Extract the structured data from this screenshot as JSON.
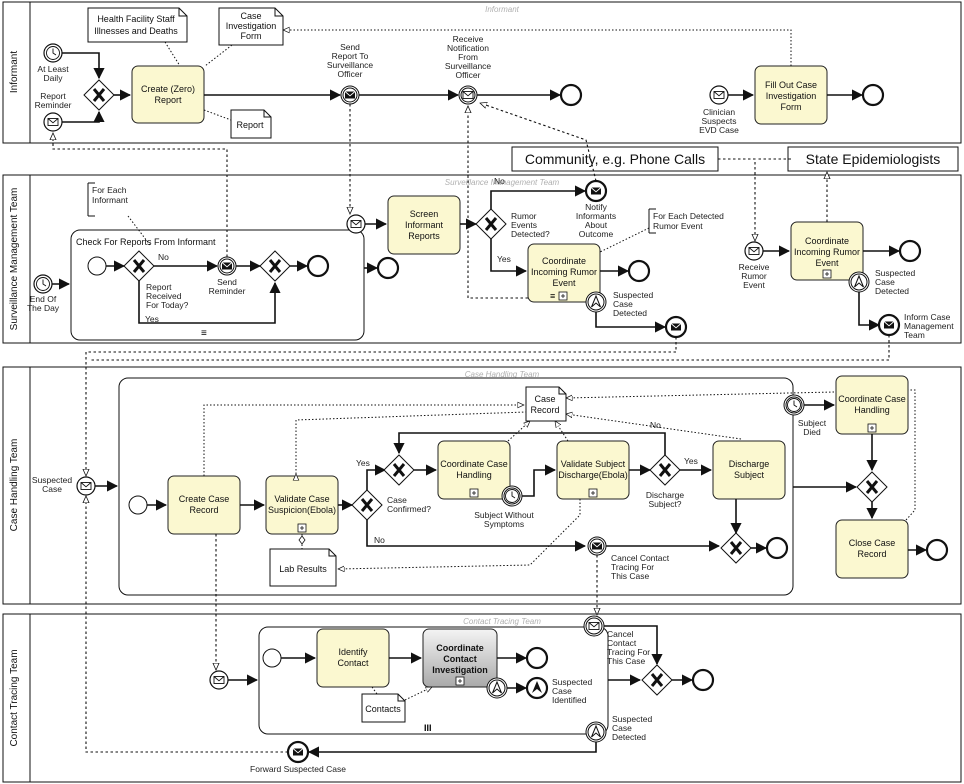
{
  "lanes": {
    "informant": "Informant",
    "surveillance": "Surveillance Management Team",
    "case_handling": "Case Handling Team",
    "contact_tracing": "Contact Tracing Team"
  },
  "lane_watermarks": {
    "informant": "Informant",
    "surveillance": "Surveillance Management Team",
    "case_handling": "Case Handling Team",
    "contact_tracing": "Contact Tracing Team"
  },
  "external_participants": {
    "community": "Community, e.g. Phone Calls",
    "state": "State Epidemiologists"
  },
  "informant": {
    "data_staff_illness": [
      "Health Facility Staff",
      "Illnesses and Deaths"
    ],
    "data_case_form": [
      "Case",
      "Investigation",
      "Form"
    ],
    "timer_daily": [
      "At Least",
      "Daily"
    ],
    "msg_report_reminder": [
      "Report",
      "Reminder"
    ],
    "task_create_report": [
      "Create (Zero)",
      "Report"
    ],
    "data_report": "Report",
    "event_send_report": [
      "Send",
      "Report To",
      "Surveillance",
      "Officer"
    ],
    "event_receive_notification": [
      "Receive",
      "Notification",
      "From",
      "Surveillance",
      "Officer"
    ],
    "event_clinician": [
      "Clinician",
      "Suspects",
      "EVD Case"
    ],
    "task_fill_form": [
      "Fill Out Case",
      "Investigation",
      "Form"
    ]
  },
  "surveillance": {
    "annotation_each_informant": [
      "For Each",
      "Informant"
    ],
    "subprocess_check": "Check For Reports From Informant",
    "gw_no": "No",
    "gw_yes": "Yes",
    "gw_report_received": [
      "Report",
      "Received",
      "For Today?"
    ],
    "event_send_reminder": [
      "Send",
      "Reminder"
    ],
    "timer_end_of_day": [
      "End Of",
      "The Day"
    ],
    "task_screen": [
      "Screen",
      "Informant",
      "Reports"
    ],
    "gw_rumor": [
      "Rumor",
      "Events",
      "Detected?"
    ],
    "rumor_no": "No",
    "rumor_yes": "Yes",
    "event_notify": [
      "Notify",
      "Informants",
      "About",
      "Outcome"
    ],
    "annotation_each_rumor": [
      "For Each Detected",
      "Rumor Event"
    ],
    "task_coordinate_rumor": [
      "Coordinate",
      "Incoming Rumor",
      "Event"
    ],
    "event_suspected_detected": [
      "Suspected",
      "Case",
      "Detected"
    ],
    "event_receive_rumor": [
      "Receive",
      "Rumor",
      "Event"
    ],
    "task_coordinate_rumor_2": [
      "Coordinate",
      "Incoming Rumor",
      "Event"
    ],
    "event_suspected_detected_2": [
      "Suspected",
      "Case",
      "Detected"
    ],
    "event_inform_case_mgmt": [
      "Inform Case",
      "Management",
      "Team"
    ]
  },
  "case_handling": {
    "event_suspected_case": [
      "Suspected",
      "Case"
    ],
    "data_case_record": [
      "Case",
      "Record"
    ],
    "task_create_case_record": [
      "Create Case",
      "Record"
    ],
    "task_validate_suspicion": [
      "Validate Case",
      "Suspicion(Ebola)"
    ],
    "gw_case_confirmed": [
      "Case",
      "Confirmed?"
    ],
    "case_yes": "Yes",
    "case_no": "No",
    "task_coordinate_handling": [
      "Coordinate Case",
      "Handling"
    ],
    "event_no_symptoms": [
      "Subject Without",
      "Symptoms"
    ],
    "task_validate_discharge": [
      "Validate Subject",
      "Discharge(Ebola)"
    ],
    "gw_discharge": [
      "Discharge",
      "Subject?"
    ],
    "discharge_yes": "Yes",
    "discharge_no": "No",
    "task_discharge_subject": [
      "Discharge",
      "Subject"
    ],
    "event_subject_died": [
      "Subject",
      "Died"
    ],
    "task_coordinate_handling_2": [
      "Coordinate Case",
      "Handling"
    ],
    "task_close_record": [
      "Close Case",
      "Record"
    ],
    "data_lab_results": "Lab Results",
    "event_cancel_tracing": [
      "Cancel Contact",
      "Tracing For",
      "This Case"
    ]
  },
  "contact_tracing": {
    "task_identify_contact": [
      "Identify",
      "Contact"
    ],
    "task_coordinate_investigation": [
      "Coordinate",
      "Contact",
      "Investigation"
    ],
    "event_suspected_identified": [
      "Suspected",
      "Case",
      "Identified"
    ],
    "data_contacts": "Contacts",
    "event_cancel_tracing": [
      "Cancel",
      "Contact",
      "Tracing For",
      "This Case"
    ],
    "event_suspected_detected": [
      "Suspected",
      "Case",
      "Detected"
    ],
    "event_forward": "Forward Suspected Case"
  }
}
